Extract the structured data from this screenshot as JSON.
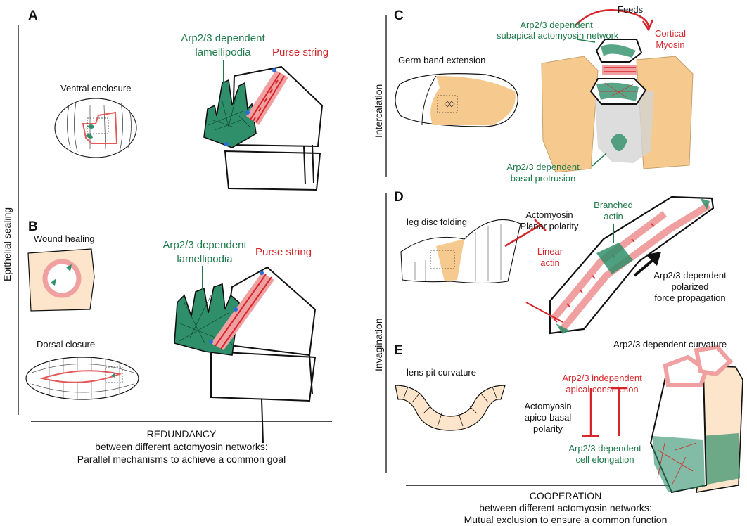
{
  "side_labels": {
    "epithelial_sealing": "Epithelial sealing",
    "intercalation": "Intercalation",
    "invagination": "Invagination"
  },
  "panel_A": {
    "letter": "A",
    "context": "Ventral enclosure",
    "green_label_line1": "Arp2/3 dependent",
    "green_label_line2": "lamellipodia",
    "red_label": "Purse string"
  },
  "panel_B": {
    "letter": "B",
    "context1": "Wound healing",
    "context2": "Dorsal closure",
    "green_label_line1": "Arp2/3 dependent",
    "green_label_line2": "lamellipodia",
    "red_label": "Purse string"
  },
  "panel_C": {
    "letter": "C",
    "context": "Germ band extension",
    "feeds": "Feeds",
    "green_top_line1": "Arp2/3 dependent",
    "green_top_line2": "subapical actomyosin network",
    "red_line1": "Cortical",
    "red_line2": "Myosin",
    "green_bottom_line1": "Arp2/3 dependent",
    "green_bottom_line2": "basal protrusion"
  },
  "panel_D": {
    "letter": "D",
    "context": "leg disc folding",
    "black_line1": "Actomyosin",
    "black_line2": "Planar polarity",
    "red_line1": "Linear",
    "red_line2": "actin",
    "green_line1": "Branched",
    "green_line2": "actin",
    "right_line1": "Arp2/3 dependent",
    "right_line2": "polarized",
    "right_line3": "force propagation"
  },
  "panel_E": {
    "letter": "E",
    "context": "lens pit curvature",
    "top_label": "Arp2/3 dependent curvature",
    "red_line1": "Arp2/3 independent",
    "red_line2": "apical constriction",
    "black_line1": "Actomyosin",
    "black_line2": "apico-basal",
    "black_line3": "polarity",
    "green_line1": "Arp2/3 dependent",
    "green_line2": "cell elongation"
  },
  "footer_left": {
    "line1": "REDUNDANCY",
    "line2": "between different actomyosin networks:",
    "line3": "Parallel mechanisms to achieve a common goal"
  },
  "footer_right": {
    "line1": "COOPERATION",
    "line2": "between different actomyosin networks:",
    "line3": "Mutual exclusion to ensure a common function"
  },
  "colors": {
    "green": "#1e7a4a",
    "red": "#d7262b",
    "pink": "#f0a0a0",
    "teal_fill": "#2f8f6a",
    "orange_fill": "#f6c98e",
    "peach_fill": "#fde5cc"
  }
}
